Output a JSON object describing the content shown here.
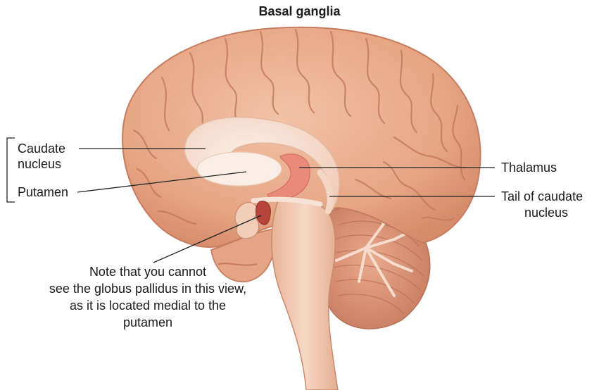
{
  "title": "Basal ganglia",
  "labels": {
    "caudate_nucleus_line1": "Caudate",
    "caudate_nucleus_line2": "nucleus",
    "putamen": "Putamen",
    "thalamus": "Thalamus",
    "tail_of_caudate_line1": "Tail of caudate",
    "tail_of_caudate_line2": "nucleus",
    "note_line1": "Note that you cannot",
    "note_line2": "see the globus pallidus in this view,",
    "note_line3": "as it is located medial to the",
    "note_line4": "putamen"
  },
  "colors": {
    "cortex": "#e8ab8c",
    "sulcus": "#c97e62",
    "caudate": "#f7dfd2",
    "thalamus": "#e98a7a",
    "globus_pallidus_region": "#b7453a",
    "brainstem": "#f4cdb8",
    "cerebellum": "#d99378",
    "leader_line": "#222222"
  }
}
